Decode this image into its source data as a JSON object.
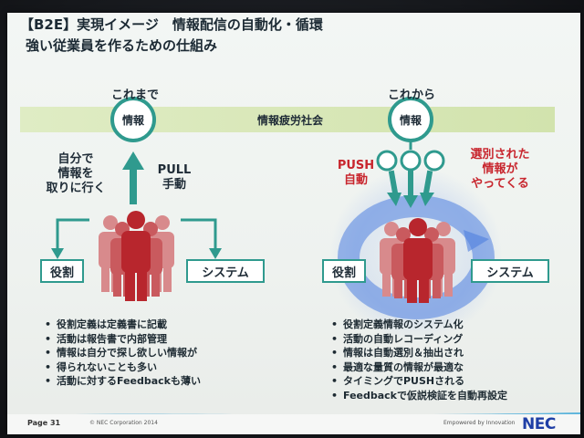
{
  "header": {
    "title_line1": "【B2E】実現イメージ　情報配信の自動化・循環",
    "title_line2": "強い従業員を作るための仕組み"
  },
  "band": {
    "label": "情報疲労社会"
  },
  "left": {
    "heading": "これまで",
    "circle_label": "情報",
    "side_text_lines": [
      "自分で",
      "情報を",
      "取りに行く"
    ],
    "arrow_label_lines": [
      "PULL",
      "手動"
    ],
    "box_role": "役割",
    "box_system": "システム",
    "bullets": [
      "役割定義は定義書に記載",
      "活動は報告書で内部管理",
      "情報は自分で探し欲しい情報が",
      "得られないことも多い",
      "活動に対するFeedbackも薄い"
    ]
  },
  "right": {
    "heading": "これから",
    "circle_label": "情報",
    "push_label_lines": [
      "PUSH",
      "自動"
    ],
    "selected_label_lines": [
      "選別された",
      "情報が",
      "やってくる"
    ],
    "box_role": "役割",
    "box_system": "システム",
    "bullets": [
      "役割定義情報のシステム化",
      "活動の自動レコーディング",
      "情報は自動選別＆抽出され",
      "最適な量質の情報が最適な",
      "タイミングでPUSHされる",
      "Feedbackで仮説検証を自動再設定"
    ]
  },
  "footer": {
    "page": "Page 31",
    "copyright": "© NEC Corporation 2014",
    "tagline": "Empowered by Innovation",
    "logo": "NEC"
  },
  "colors": {
    "teal": "#2f9a8e",
    "band": "#d6e6b4",
    "people": "#c0363c",
    "push_red": "#c8262e",
    "cycle_blue": "#4f7fe0",
    "logo_blue": "#1f3fa6"
  }
}
